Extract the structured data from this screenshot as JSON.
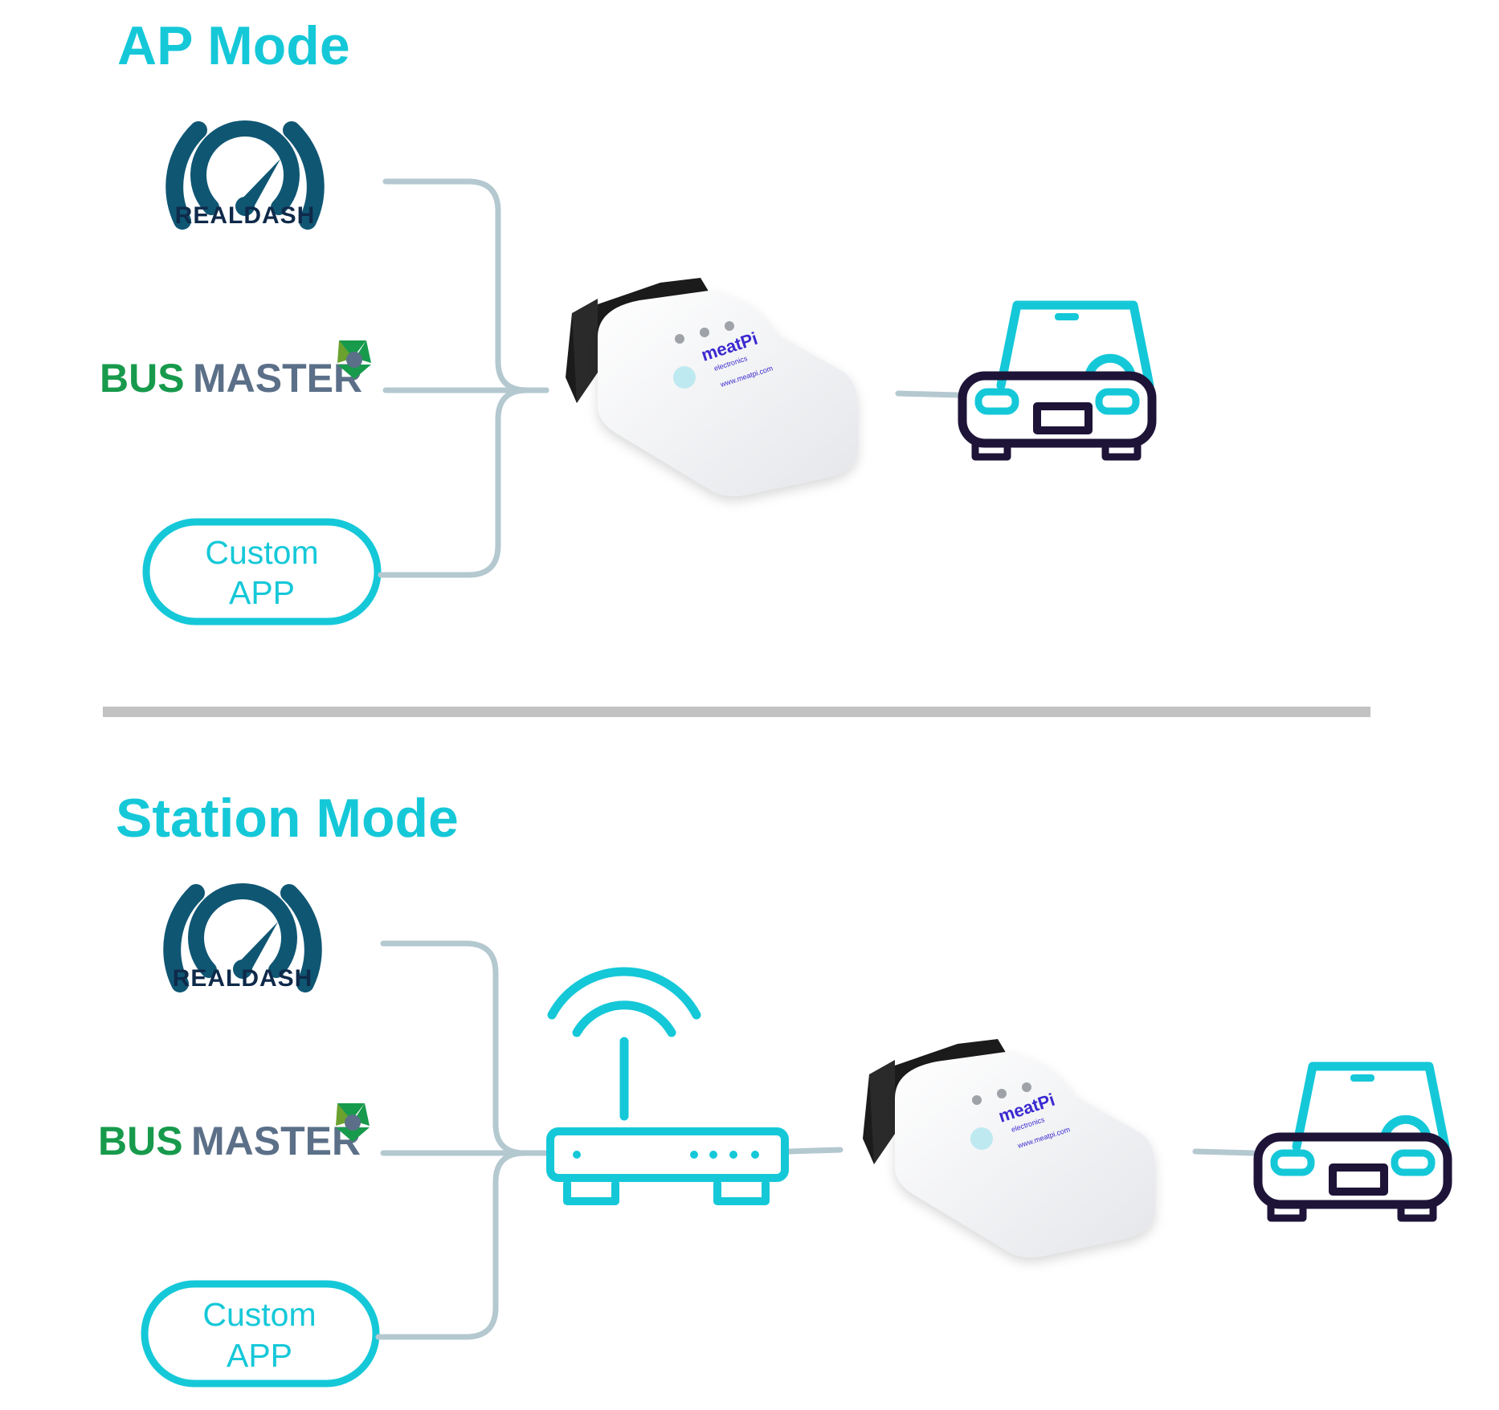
{
  "ap_section": {
    "title": "AP Mode",
    "realdash_label": "REALDASH",
    "busmaster_bus": "BUS",
    "busmaster_master": "MASTER",
    "custom_app_line1": "Custom",
    "custom_app_line2": "APP",
    "dongle_brand": "meatPi",
    "dongle_sub": "electronics",
    "dongle_url": "www.meatpi.com"
  },
  "station_section": {
    "title": "Station Mode",
    "realdash_label": "REALDASH",
    "busmaster_bus": "BUS",
    "busmaster_master": "MASTER",
    "custom_app_line1": "Custom",
    "custom_app_line2": "APP",
    "dongle_brand": "meatPi",
    "dongle_sub": "electronics",
    "dongle_url": "www.meatpi.com"
  },
  "colors": {
    "accent": "#15c8d8",
    "connector": "#b4c8d0",
    "divider": "#c2c2c2",
    "car_outline": "#1e1438",
    "realdash": "#0f5673",
    "busmaster_bus": "#179a4c",
    "busmaster_master": "#5b7088"
  },
  "icons": [
    "realdash-logo",
    "busmaster-logo",
    "obd-dongle",
    "car-icon",
    "wifi-router-icon"
  ]
}
